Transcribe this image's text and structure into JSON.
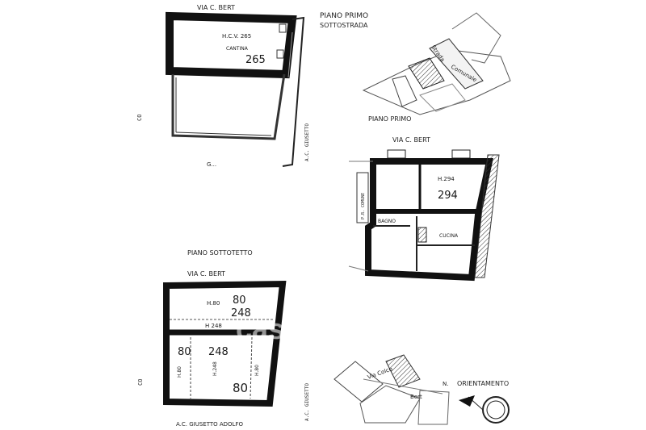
{
  "sheet": {
    "top_left": {
      "title": "VIA C. BERT",
      "floor_label_1": "PIANO PRIMO",
      "floor_label_2": "SOTTOSTRADA",
      "room_height": "H.C.V. 265",
      "room_name": "CANTINA",
      "room_value": "265",
      "side_left": "CO",
      "side_right": "A.C. GIUSETTO",
      "bottom_note": "G..."
    },
    "site_top": {
      "road_label_1": "Strada",
      "road_label_2": "Comunale",
      "caption": "PIANO PRIMO"
    },
    "right_plan": {
      "title": "VIA C. BERT",
      "room_height": "H.294",
      "room_value": "294",
      "bagno": "BAGNO",
      "cucina": "CUCINA",
      "side_left": "P.R. COMUNE"
    },
    "attic": {
      "floor_label": "PIANO SOTTOTETTO",
      "title": "VIA C. BERT",
      "h80_top": "H.80",
      "v80_top": "80",
      "v248_top": "248",
      "h248": "H 248",
      "v80_left": "80",
      "v248_mid": "248",
      "h80_left": "H.80",
      "h248_mid": "H.248",
      "h80_right": "H.80",
      "v80_bottom": "80",
      "bottom_label": "A.C. GIUSETTO ADOLFO",
      "side_left": "CO",
      "side_right": "A.C. GIUSETTO"
    },
    "site_bottom": {
      "road_label_1": "Via Colco",
      "road_label_2": "Bert",
      "north": "N.",
      "orientation": "ORIENTAMENTO"
    },
    "watermark": "casa.it"
  }
}
